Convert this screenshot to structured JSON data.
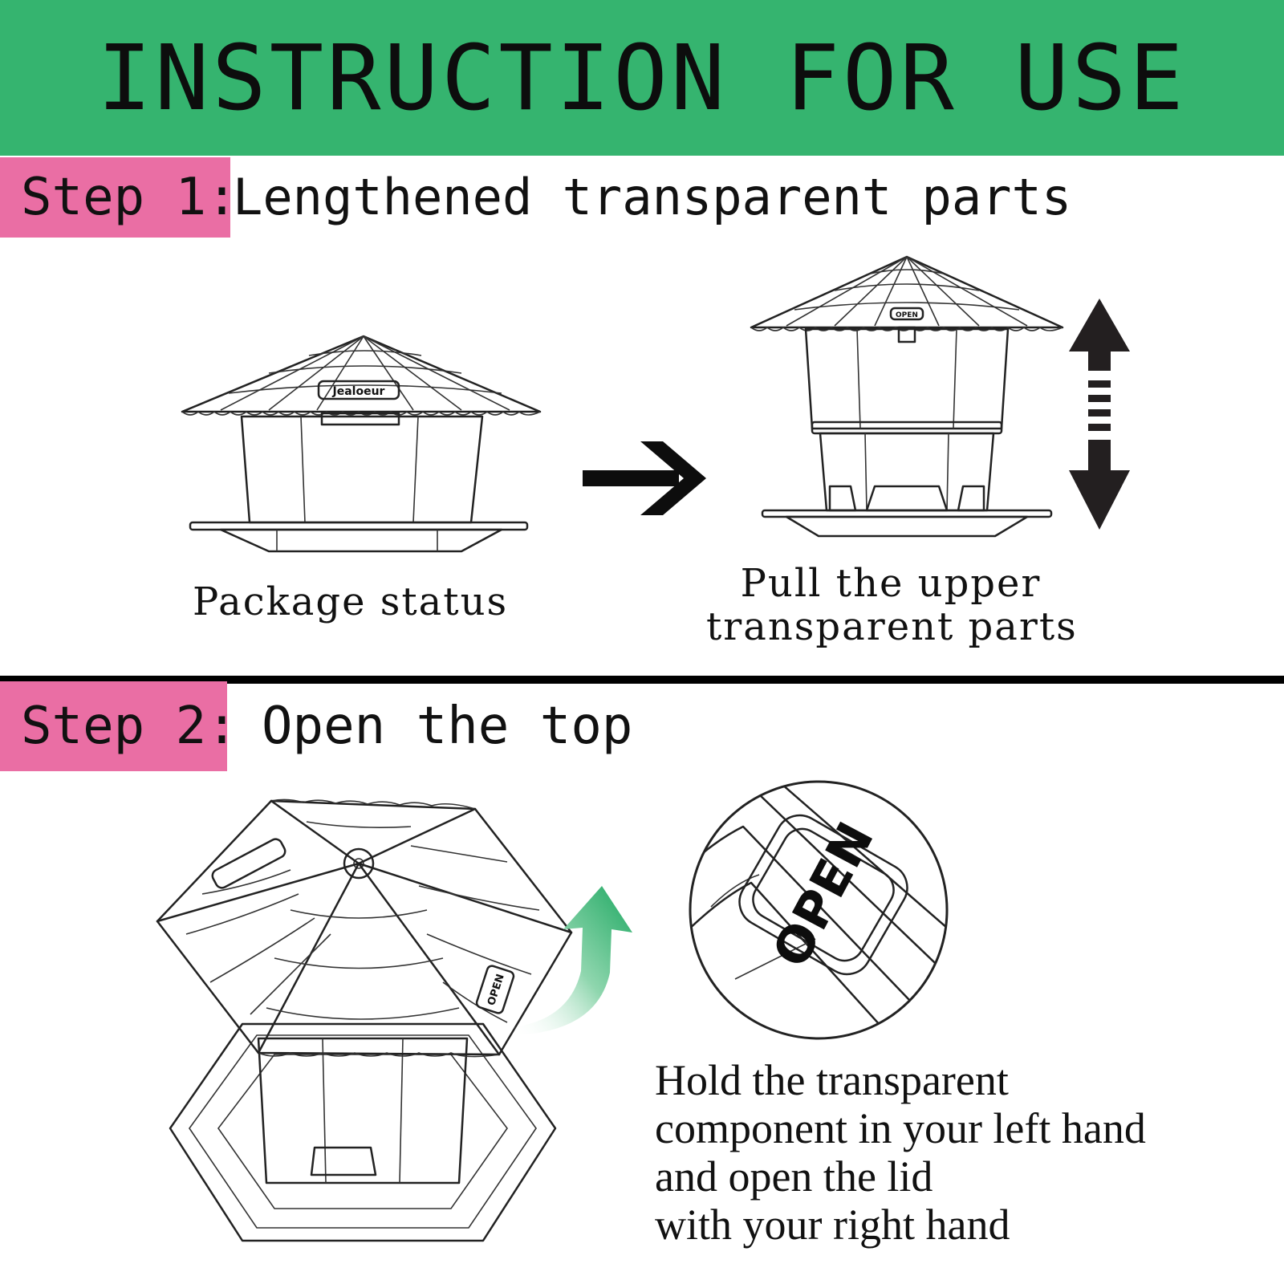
{
  "header": {
    "title": "INSTRUCTION FOR USE"
  },
  "step1": {
    "tag": "Step 1:",
    "title": "Lengthened transparent parts",
    "caption_left": "Package status",
    "caption_right_line1": "Pull the upper",
    "caption_right_line2": "transparent parts",
    "brand_label": "Jealoeur",
    "open_label": "OPEN"
  },
  "step2": {
    "tag": "Step 2:",
    "title": "Open the top",
    "open_label": "OPEN",
    "instructions": [
      "Hold the transparent",
      "component in your left hand",
      "and open the lid",
      "with your right hand"
    ]
  },
  "colors": {
    "banner": "#35b46f",
    "tag": "#ea6ea4",
    "arrow_green": "#2fae6a"
  }
}
